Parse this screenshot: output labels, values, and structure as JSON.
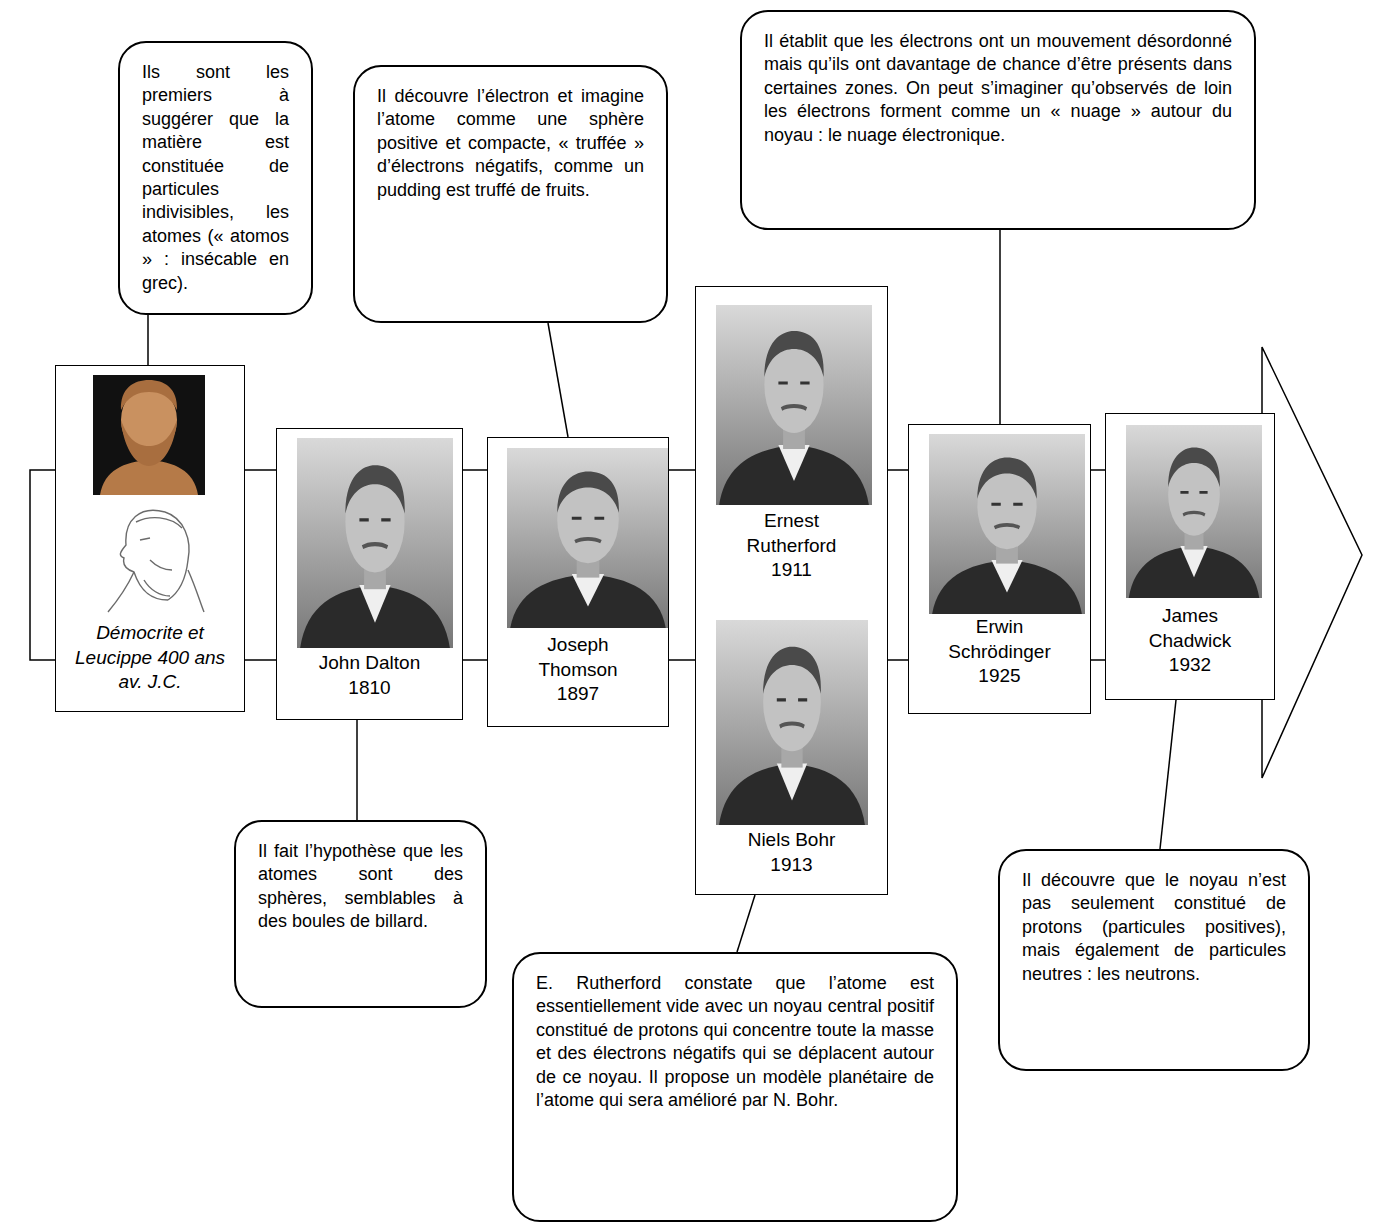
{
  "diagram": {
    "nodes": [
      {
        "text": [
          "Ils sont les premiers à suggérer que la matière est constituée de particules indivisibles, les atomes (« atomos » : insécable en grec)."
        ]
      },
      {
        "text": [
          "Démocrite et Leucippe 400 ans av. J.C."
        ]
      },
      {
        "text": [
          "John Dalton 1810"
        ]
      },
      {
        "text": [
          "Il fait l’hypothèse que les atomes sont des sphères, semblables à des boules de billard."
        ]
      },
      {
        "text": [
          "Il découvre l’électron et imagine l’atome comme une sphère positive et compacte, « truffée » d’électrons négatifs, comme un pudding est truffé de fruits."
        ]
      },
      {
        "text": [
          "Joseph Thomson 1897"
        ]
      },
      {
        "text": [
          "Ernest Rutherford 1911",
          "Niels Bohr 1913"
        ]
      },
      {
        "text": [
          "E. Rutherford constate que l’atome est essentiellement vide avec un noyau central positif constitué de protons qui concentre toute la masse et des électrons négatifs qui se déplacent autour de ce noyau. Il propose un modèle planétaire de l’atome qui sera amélioré par N. Bohr."
        ]
      },
      {
        "text": [
          "Il établit que les électrons ont un mouvement désordonné mais qu’ils ont davantage de chance d’être présents dans certaines zones. On peut s’imaginer qu’observés de loin les électrons forment comme un « nuage » autour du noyau : le nuage électronique."
        ]
      },
      {
        "text": [
          "Erwin Schrödinger 1925"
        ]
      },
      {
        "text": [
          "James Chadwick 1932"
        ]
      },
      {
        "text": [
          "Il découvre que le noyau n’est pas seulement constitué de protons (particules positives), mais également de particules neutres : les neutrons."
        ]
      }
    ],
    "edges": [
      {
        "from": 0,
        "to": 1,
        "arrow": "none"
      },
      {
        "from": 2,
        "to": 3,
        "arrow": "none"
      },
      {
        "from": 4,
        "to": 5,
        "arrow": "none"
      },
      {
        "from": 6,
        "to": 7,
        "arrow": "none"
      },
      {
        "from": 8,
        "to": 9,
        "arrow": "none"
      },
      {
        "from": 10,
        "to": 11,
        "arrow": "none"
      }
    ]
  }
}
